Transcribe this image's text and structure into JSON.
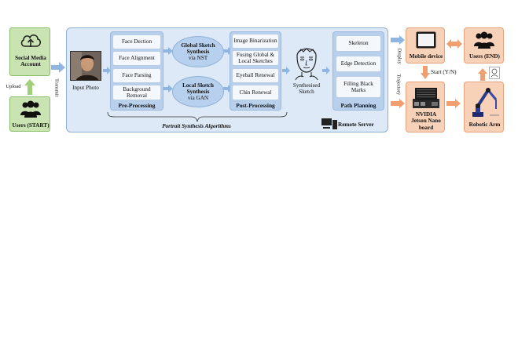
{
  "social_media": {
    "label": "Social Media Account"
  },
  "upload_label": "Upload",
  "users_start": {
    "label": "Users (START)"
  },
  "transmit_label": "Transmit",
  "input_photo": {
    "label": "Input Photo"
  },
  "pre_processing": {
    "title": "Pre-Processing",
    "items": [
      "Face Dection",
      "Face Alignment",
      "Face Parsing",
      "Background Removal"
    ]
  },
  "global_sketch": {
    "title": "Global Sketch Synthesis",
    "sub": "via NST"
  },
  "local_sketch": {
    "title": "Local Sketch Synthesis",
    "sub": "via GAN"
  },
  "post_processing": {
    "title": "Post-Processing",
    "items": [
      "Image Binarization",
      "Fusing Global & Local Sketches",
      "Eyeball Renewal",
      "Chin Renewal"
    ]
  },
  "synthesised_sketch": {
    "label": "Synthesised Sketch"
  },
  "path_planning": {
    "title": "Path Planning",
    "items": [
      "Skeleton",
      "Edge Detection",
      "Filling Black Marks"
    ]
  },
  "algorithms_caption": "Portrait Synthesis Algorithms",
  "remote_server": {
    "label": "Remote Server"
  },
  "display_label": "Display",
  "trajectory_label": "Trajectory",
  "mobile_device": {
    "label": "Mobile device"
  },
  "users_end": {
    "label": "Users (END)"
  },
  "start_yn": "Start (Y/N)",
  "jetson": {
    "label": "NVIDIA Jetson Nano board"
  },
  "robotic_arm": {
    "label": "Robotic Arm"
  },
  "colors": {
    "green": "#c9e3b2",
    "blue_panel": "#dde9f6",
    "blue_column": "#b9d0ec",
    "orange": "#f8d2b8",
    "arrow_blue": "#8fb6e0",
    "arrow_orange": "#f0a070",
    "arrow_green": "#9fd07a"
  },
  "icons": [
    "cloud-upload-icon",
    "users-icon",
    "person-photo",
    "sketch-face-icon",
    "server-icon",
    "tablet-icon",
    "jetson-board-icon",
    "robotic-arm-icon",
    "drawing-paper-icon"
  ]
}
